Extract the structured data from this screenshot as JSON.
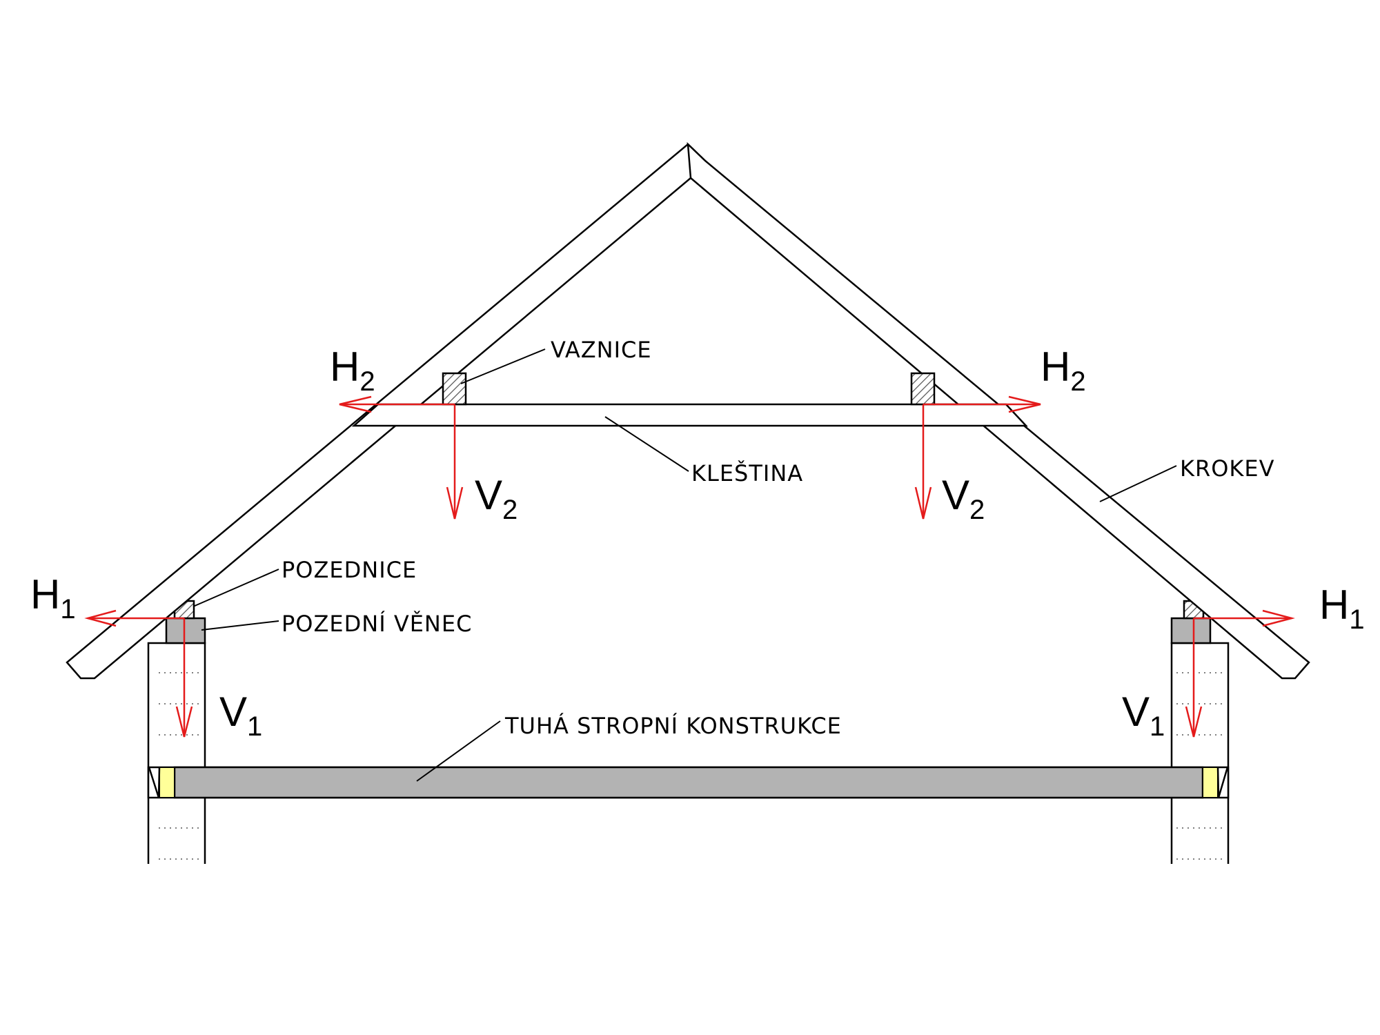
{
  "labels": {
    "vaznice": "VAZNICE",
    "klestina": "KLEŠTINA",
    "krokev": "KROKEV",
    "pozednice": "POZEDNICE",
    "pozedni_venec": "POZEDNÍ VĚNEC",
    "tuha_stropni_konstrukce": "TUHÁ STROPNÍ KONSTRUKCE"
  },
  "forces": {
    "h2_left": {
      "main": "H",
      "sub": "2"
    },
    "h2_right": {
      "main": "H",
      "sub": "2"
    },
    "v2_left": {
      "main": "V",
      "sub": "2"
    },
    "v2_right": {
      "main": "V",
      "sub": "2"
    },
    "h1_left": {
      "main": "H",
      "sub": "1"
    },
    "h1_right": {
      "main": "H",
      "sub": "1"
    },
    "v1_left": {
      "main": "V",
      "sub": "1"
    },
    "v1_right": {
      "main": "V",
      "sub": "1"
    }
  },
  "colors": {
    "force_arrow": "#e41b1b",
    "ring_beam": "#b3b3b3",
    "ceiling_slab": "#b3b3b3",
    "insulation": "#ffff99",
    "timber_hatch": "#555555"
  }
}
